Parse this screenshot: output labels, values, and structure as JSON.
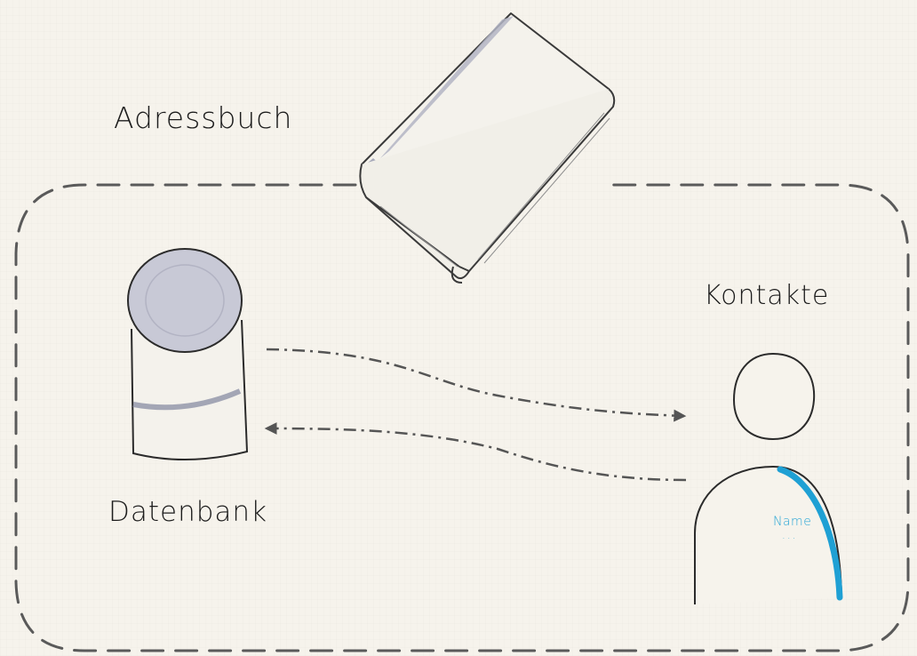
{
  "labels": {
    "address_book": "Adressbuch",
    "contacts": "Kontakte",
    "database": "Datenbank",
    "contact_field_name": "Name",
    "contact_field_more": "..."
  },
  "colors": {
    "paper": "#f6f3ec",
    "ink": "#2b2b2b",
    "shade": "#9a9cae",
    "accent": "#2aa6d6"
  }
}
